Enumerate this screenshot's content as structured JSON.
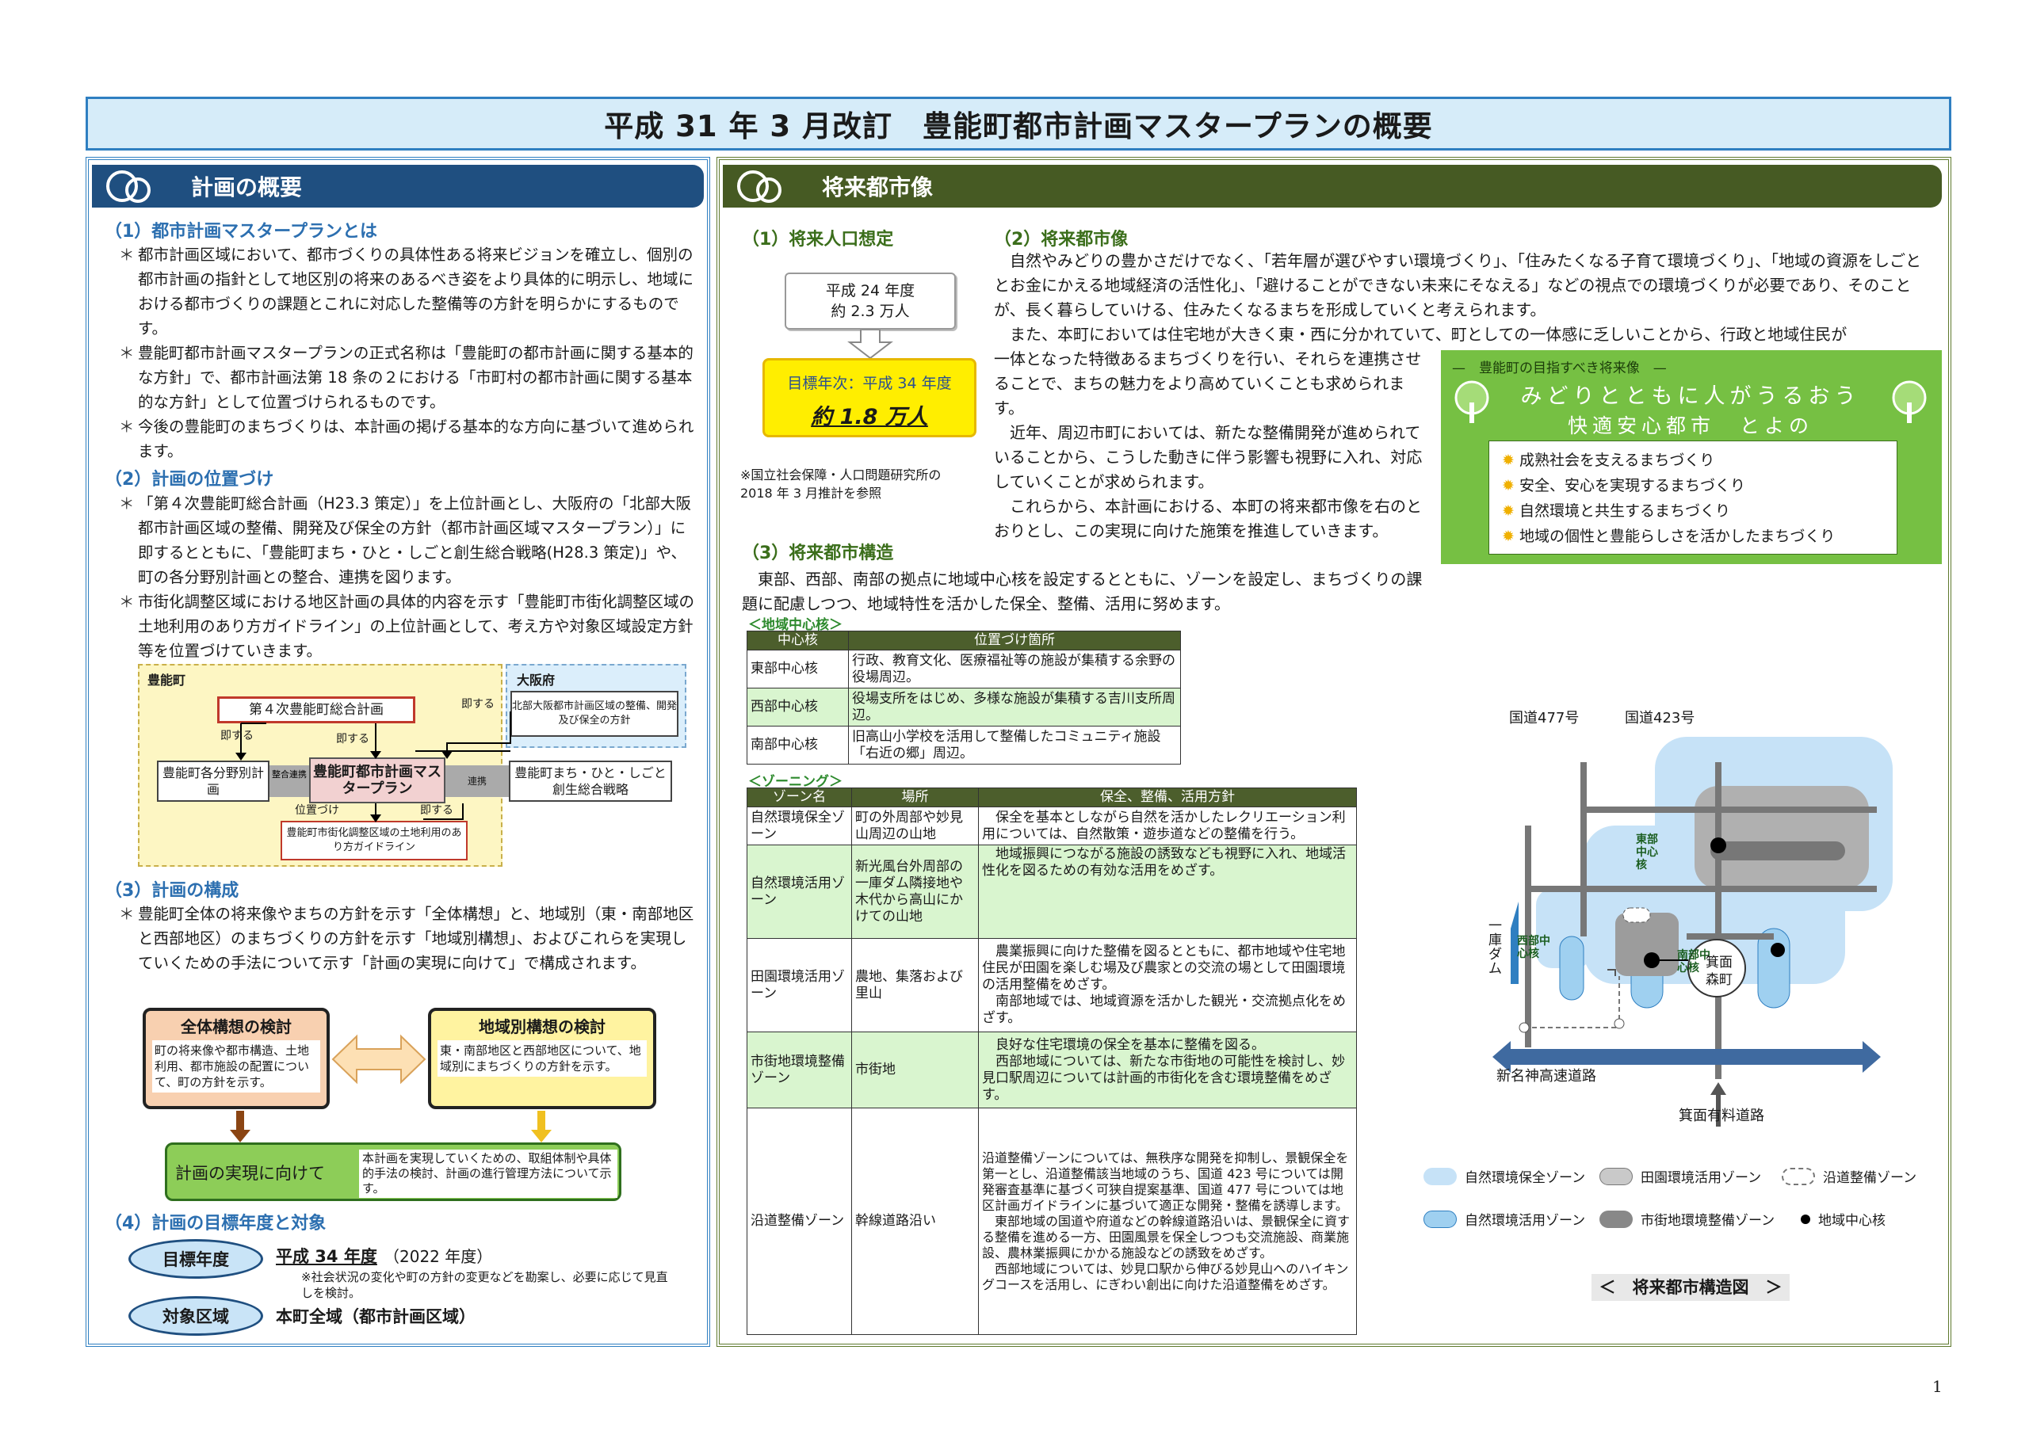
{
  "title": "平成 31 年 3 月改訂　豊能町都市計画マスタープランの概要",
  "left": {
    "band": "計画の概要",
    "s1": {
      "head": "（1）都市計画マスタープランとは",
      "items": [
        "都市計画区域において、都市づくりの具体性ある将来ビジョンを確立し、個別の都市計画の指針として地区別の将来のあるべき姿をより具体的に明示し、地域における都市づくりの課題とこれに対応した整備等の方針を明らかにするものです。",
        "豊能町都市計画マスタープランの正式名称は「豊能町の都市計画に関する基本的な方針」で、都市計画法第 18 条の２における「市町村の都市計画に関する基本的な方針」として位置づけられるものです。",
        "今後の豊能町のまちづくりは、本計画の掲げる基本的な方向に基づいて進められます。"
      ]
    },
    "s2": {
      "head": "（2）計画の位置づけ",
      "items": [
        "「第４次豊能町総合計画（H23.3 策定）」を上位計画とし、大阪府の「北部大阪都市計画区域の整備、開発及び保全の方針（都市計画区域マスタープラン）」に即するとともに、「豊能町まち・ひと・しごと創生総合戦略(H28.3 策定)」や、町の各分野別計画との整合、連携を図ります。",
        "市街化調整区域における地区計画の具体的内容を示す「豊能町市街化調整区域の土地利用のあり方ガイドライン」の上位計画として、考え方や対象区域設定方針等を位置づけていきます。"
      ]
    },
    "diag": {
      "town": "豊能町",
      "pref": "大阪府",
      "sogo": "第４次豊能町総合計画",
      "pref_plan": "北部大阪都市計画区域の整備、開発及び保全の方針",
      "bunya": "豊能町各分野別計画",
      "master": "豊能町都市計画マスタープラン",
      "sosei": "豊能町まち・ひと・しごと創生総合戦略",
      "guide": "豊能町市街化調整区域の土地利用のあり方ガイドライン",
      "sokusu": "即する",
      "seigo": "整合連携",
      "renkei": "連携",
      "ichizuke": "位置づけ"
    },
    "s3": {
      "head": "（3）計画の構成",
      "items": [
        "豊能町全体の将来像やまちの方針を示す「全体構想」と、地域別（東・南部地区と西部地区）のまちづくりの方針を示す「地域別構想」、およびこれらを実現していくための手法について示す「計画の実現に向けて」で構成されます。"
      ]
    },
    "comp": {
      "zentai_t": "全体構想の検討",
      "zentai_d": "町の将来像や都市構造、土地利用、都市施設の配置について、町の方針を示す。",
      "chiiki_t": "地域別構想の検討",
      "chiiki_d": "東・南部地区と西部地区について、地域別にまちづくりの方針を示す。",
      "jitsugen_t": "計画の実現に向けて",
      "jitsugen_d": "本計画を実現していくための、取組体制や具体的手法の検討、計画の進行管理方法について示す。"
    },
    "s4": {
      "head": "（4）計画の目標年度と対象",
      "year_label": "目標年度",
      "year_val": "平成 34 年度",
      "year_paren": "（2022 年度）",
      "note": "※社会状況の変化や町の方針の変更などを勘案し、必要に応じて見直しを検討。",
      "area_label": "対象区域",
      "area_val": "本町全域（都市計画区域）"
    }
  },
  "right": {
    "band": "将来都市像",
    "pop": {
      "head": "（1）将来人口想定",
      "now1": "平成 24 年度",
      "now2": "約 2.3 万人",
      "target_label": "目標年次：平成 34 年度",
      "target_val": "約 1.8 万人",
      "note": "※国立社会保障・人口問題研究所の 2018 年 3 月推計を参照"
    },
    "vision": {
      "head": "（2）将来都市像",
      "p1": "　自然やみどりの豊かさだけでなく、「若年層が選びやすい環境づくり」、「住みたくなる子育て環境づくり」、「地域の資源をしごととお金にかえる地域経済の活性化」、「避けることができない未来にそなえる」などの視点での環境づくりが必要であり、そのことが、長く暮らしていける、住みたくなるまちを形成していくと考えられます。",
      "p2a": "　また、本町においては住宅地が大きく東・西に分かれていて、町としての一体感に乏しいことから、行政と地域住民が",
      "p2b": "一体となった特徴あるまちづくりを行い、それらを連携させることで、まちの魅力をより高めていくことも求められます。",
      "p3": "　近年、周辺市町においては、新たな整備開発が進められていることから、こうした動きに伴う影響も視野に入れ、対応していくことが求められます。",
      "p4": "　これらから、本計画における、本町の将来都市像を右のとおりとし、この実現に向けた施策を推進していきます。",
      "box_head": "豊能町の目指すべき将来像",
      "box_t1": "みどりとともに人がうるおう",
      "box_t2": "快適安心都市　とよの",
      "goals": [
        "成熟社会を支えるまちづくり",
        "安全、安心を実現するまちづくり",
        "自然環境と共生するまちづくり",
        "地域の個性と豊能らしさを活かしたまちづくり"
      ]
    },
    "struct": {
      "head": "（3）将来都市構造",
      "intro": "　東部、西部、南部の拠点に地域中心核を設定するとともに、ゾーンを設定し、まちづくりの課題に配慮しつつ、地域特性を活かした保全、整備、活用に努めます。",
      "core_title": "＜地域中心核＞",
      "core_cols": [
        "中心核",
        "位置づけ箇所"
      ],
      "cores": [
        [
          "東部中心核",
          "行政、教育文化、医療福祉等の施設が集積する余野の役場周辺。"
        ],
        [
          "西部中心核",
          "役場支所をはじめ、多様な施設が集積する吉川支所周辺。"
        ],
        [
          "南部中心核",
          "旧高山小学校を活用して整備したコミュニティ施設「右近の郷」周辺。"
        ]
      ],
      "zone_title": "＜ゾーニング＞",
      "zone_cols": [
        "ゾーン名",
        "場所",
        "保全、整備、活用方針"
      ],
      "zones": [
        [
          "自然環境保全ゾーン",
          "町の外周部や妙見山周辺の山地",
          "　保全を基本としながら自然を活かしたレクリエーション利用については、自然散策・遊歩道などの整備を行う。"
        ],
        [
          "自然環境活用ゾーン",
          "新光風台外周部の一庫ダム隣接地や木代から高山にかけての山地",
          "　地域振興につながる施設の誘致なども視野に入れ、地域活性化を図るための有効な活用をめざす。"
        ],
        [
          "田園環境活用ゾーン",
          "農地、集落および里山",
          "　農業振興に向けた整備を図るとともに、都市地域や住宅地住民が田園を楽しむ場及び農家との交流の場として田園環境の活用整備をめざす。\n　南部地域では、地域資源を活かした観光・交流拠点化をめざす。"
        ],
        [
          "市街地環境整備ゾーン",
          "市街地",
          "　良好な住宅環境の保全を基本に整備を図る。\n　西部地域については、新たな市街地の可能性を検討し、妙見口駅周辺については計画的市街化を含む環境整備をめざす。"
        ],
        [
          "沿道整備ゾーン",
          "幹線道路沿い",
          "沿道整備ゾーンについては、無秩序な開発を抑制し、景観保全を第一とし、沿道整備該当地域のうち、国道 423 号については開発審査基準に基づく可狭自提案基準、国道 477 号については地区計画ガイドラインに基づいて適正な開発・整備を誘導します。\n　東部地域の国道や府道などの幹線道路沿いは、景観保全に資する整備を進める一方、田園風景を保全しつつも交流施設、商業施設、農林業振興にかかる施設などの誘致をめざす。\n　西部地域については、妙見口駅から伸びる妙見山へのハイキングコースを活用し、にぎわい創出に向けた沿道整備をめざす。"
        ]
      ]
    },
    "map": {
      "r477": "国道477号",
      "r423": "国道423号",
      "higashi": "東部中心核",
      "nishi": "西部中心核",
      "minami": "南部中心核",
      "dam": "一庫ダム",
      "mino": "箕面森町",
      "highway": "新名神高速道路",
      "toll": "箕面有料道路",
      "legend": [
        "自然環境保全ゾーン",
        "田園環境活用ゾーン",
        "沿道整備ゾーン",
        "自然環境活用ゾーン",
        "市街地環境整備ゾーン",
        "地域中心核"
      ],
      "caption": "＜　将来都市構造図　＞"
    }
  },
  "page_no": "1"
}
